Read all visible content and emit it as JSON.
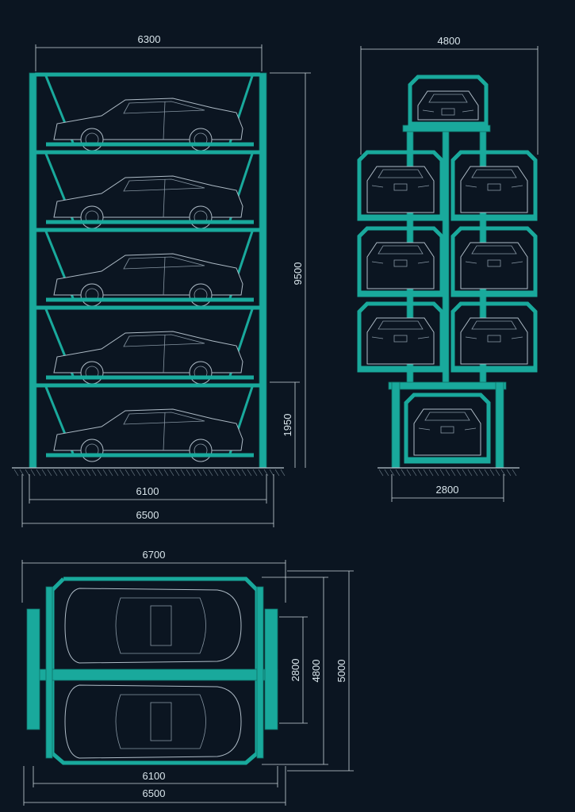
{
  "colors": {
    "background": "#0b1521",
    "frame": "#19a99c",
    "car_outline": "#aebbc6",
    "dimension_text": "#d8e4ea"
  },
  "side_view": {
    "dim_top": "6300",
    "dim_height": "9500",
    "dim_ground_level": "1950",
    "dim_inner_width": "6100",
    "dim_outer_width": "6500",
    "levels": 5
  },
  "front_view": {
    "dim_top": "4800",
    "dim_base": "2800"
  },
  "plan_view": {
    "dim_top": "6700",
    "dim_pallet": "2800",
    "dim_inner_depth": "4800",
    "dim_outer_depth": "5000",
    "dim_inner_width": "6100",
    "dim_outer_width": "6500"
  }
}
